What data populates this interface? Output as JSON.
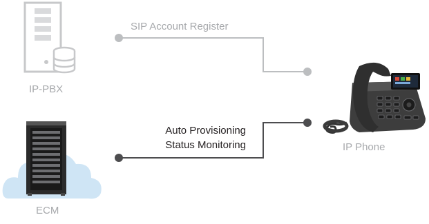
{
  "nodes": {
    "pbx": {
      "label": "IP-PBX",
      "icon": "server-database-icon"
    },
    "ecm": {
      "label": "ECM",
      "icon": "rack-server-cloud-icon"
    },
    "phone": {
      "label": "IP Phone",
      "icon": "desk-ip-phone-icon"
    }
  },
  "links": {
    "sip": {
      "label": "SIP Account Register"
    },
    "provision": {
      "label_line1": "Auto Provisioning",
      "label_line2": "Status Monitoring"
    }
  },
  "colors": {
    "light_line": "#bcbec0",
    "dark_line": "#4d4d4f",
    "light_text": "#a7a9ac",
    "dark_text": "#231f20",
    "cloud": "#cfe5f5",
    "server_light": "#e6e7e8"
  }
}
